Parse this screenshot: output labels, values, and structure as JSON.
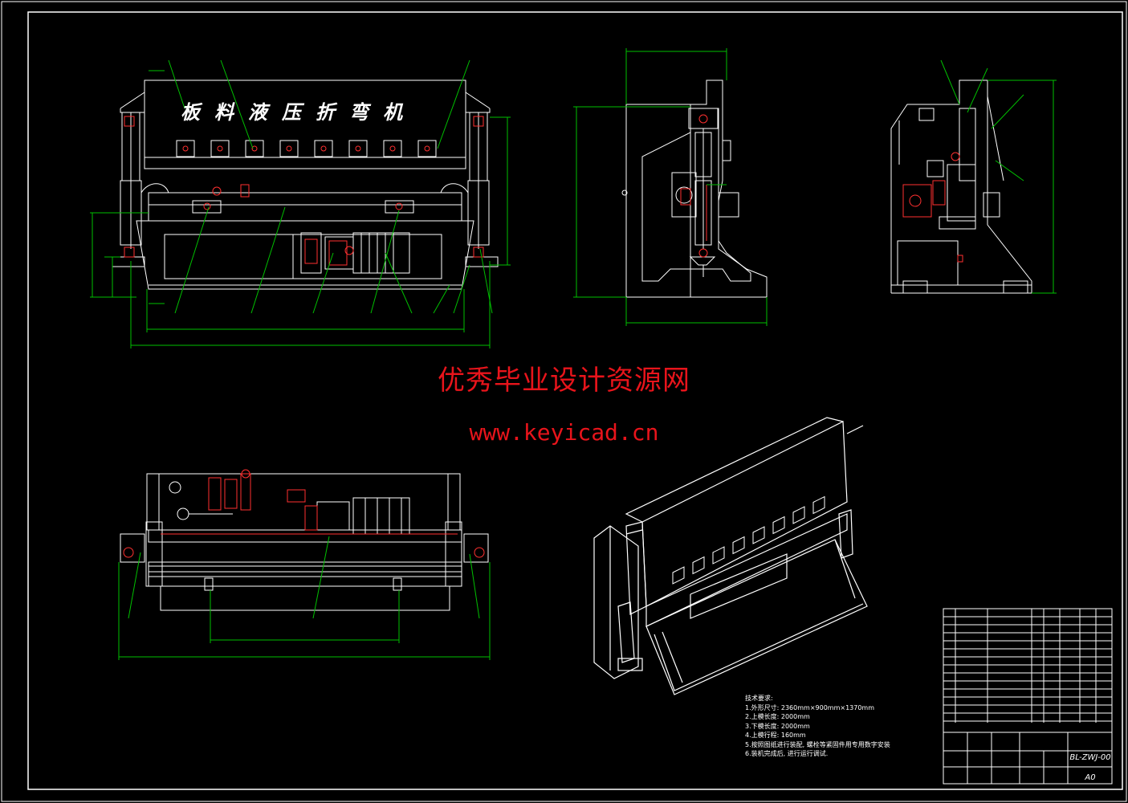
{
  "watermark": {
    "title": "优秀毕业设计资源网",
    "url": "www.keyicad.cn"
  },
  "machine_label": "板料液压折弯机",
  "tech_notes": {
    "heading": "技术要求:",
    "items": [
      "1.外形尺寸: 2360mm×900mm×1370mm",
      "2.上模长度: 2000mm",
      "3.下模长度: 2000mm",
      "4.上模行程: 160mm",
      "5.按照图纸进行装配, 螺栓等紧固件用专用数字安装",
      "6.装机完成后, 进行运行调试."
    ]
  },
  "title_block": {
    "drawing_code": "BL-ZWJ-00",
    "sheet_size": "A0"
  },
  "colors": {
    "background": "#000000",
    "frame": "#ffffff",
    "dimension": "#00c000",
    "hydraulic": "#ff3030",
    "watermark": "#e8141b"
  }
}
